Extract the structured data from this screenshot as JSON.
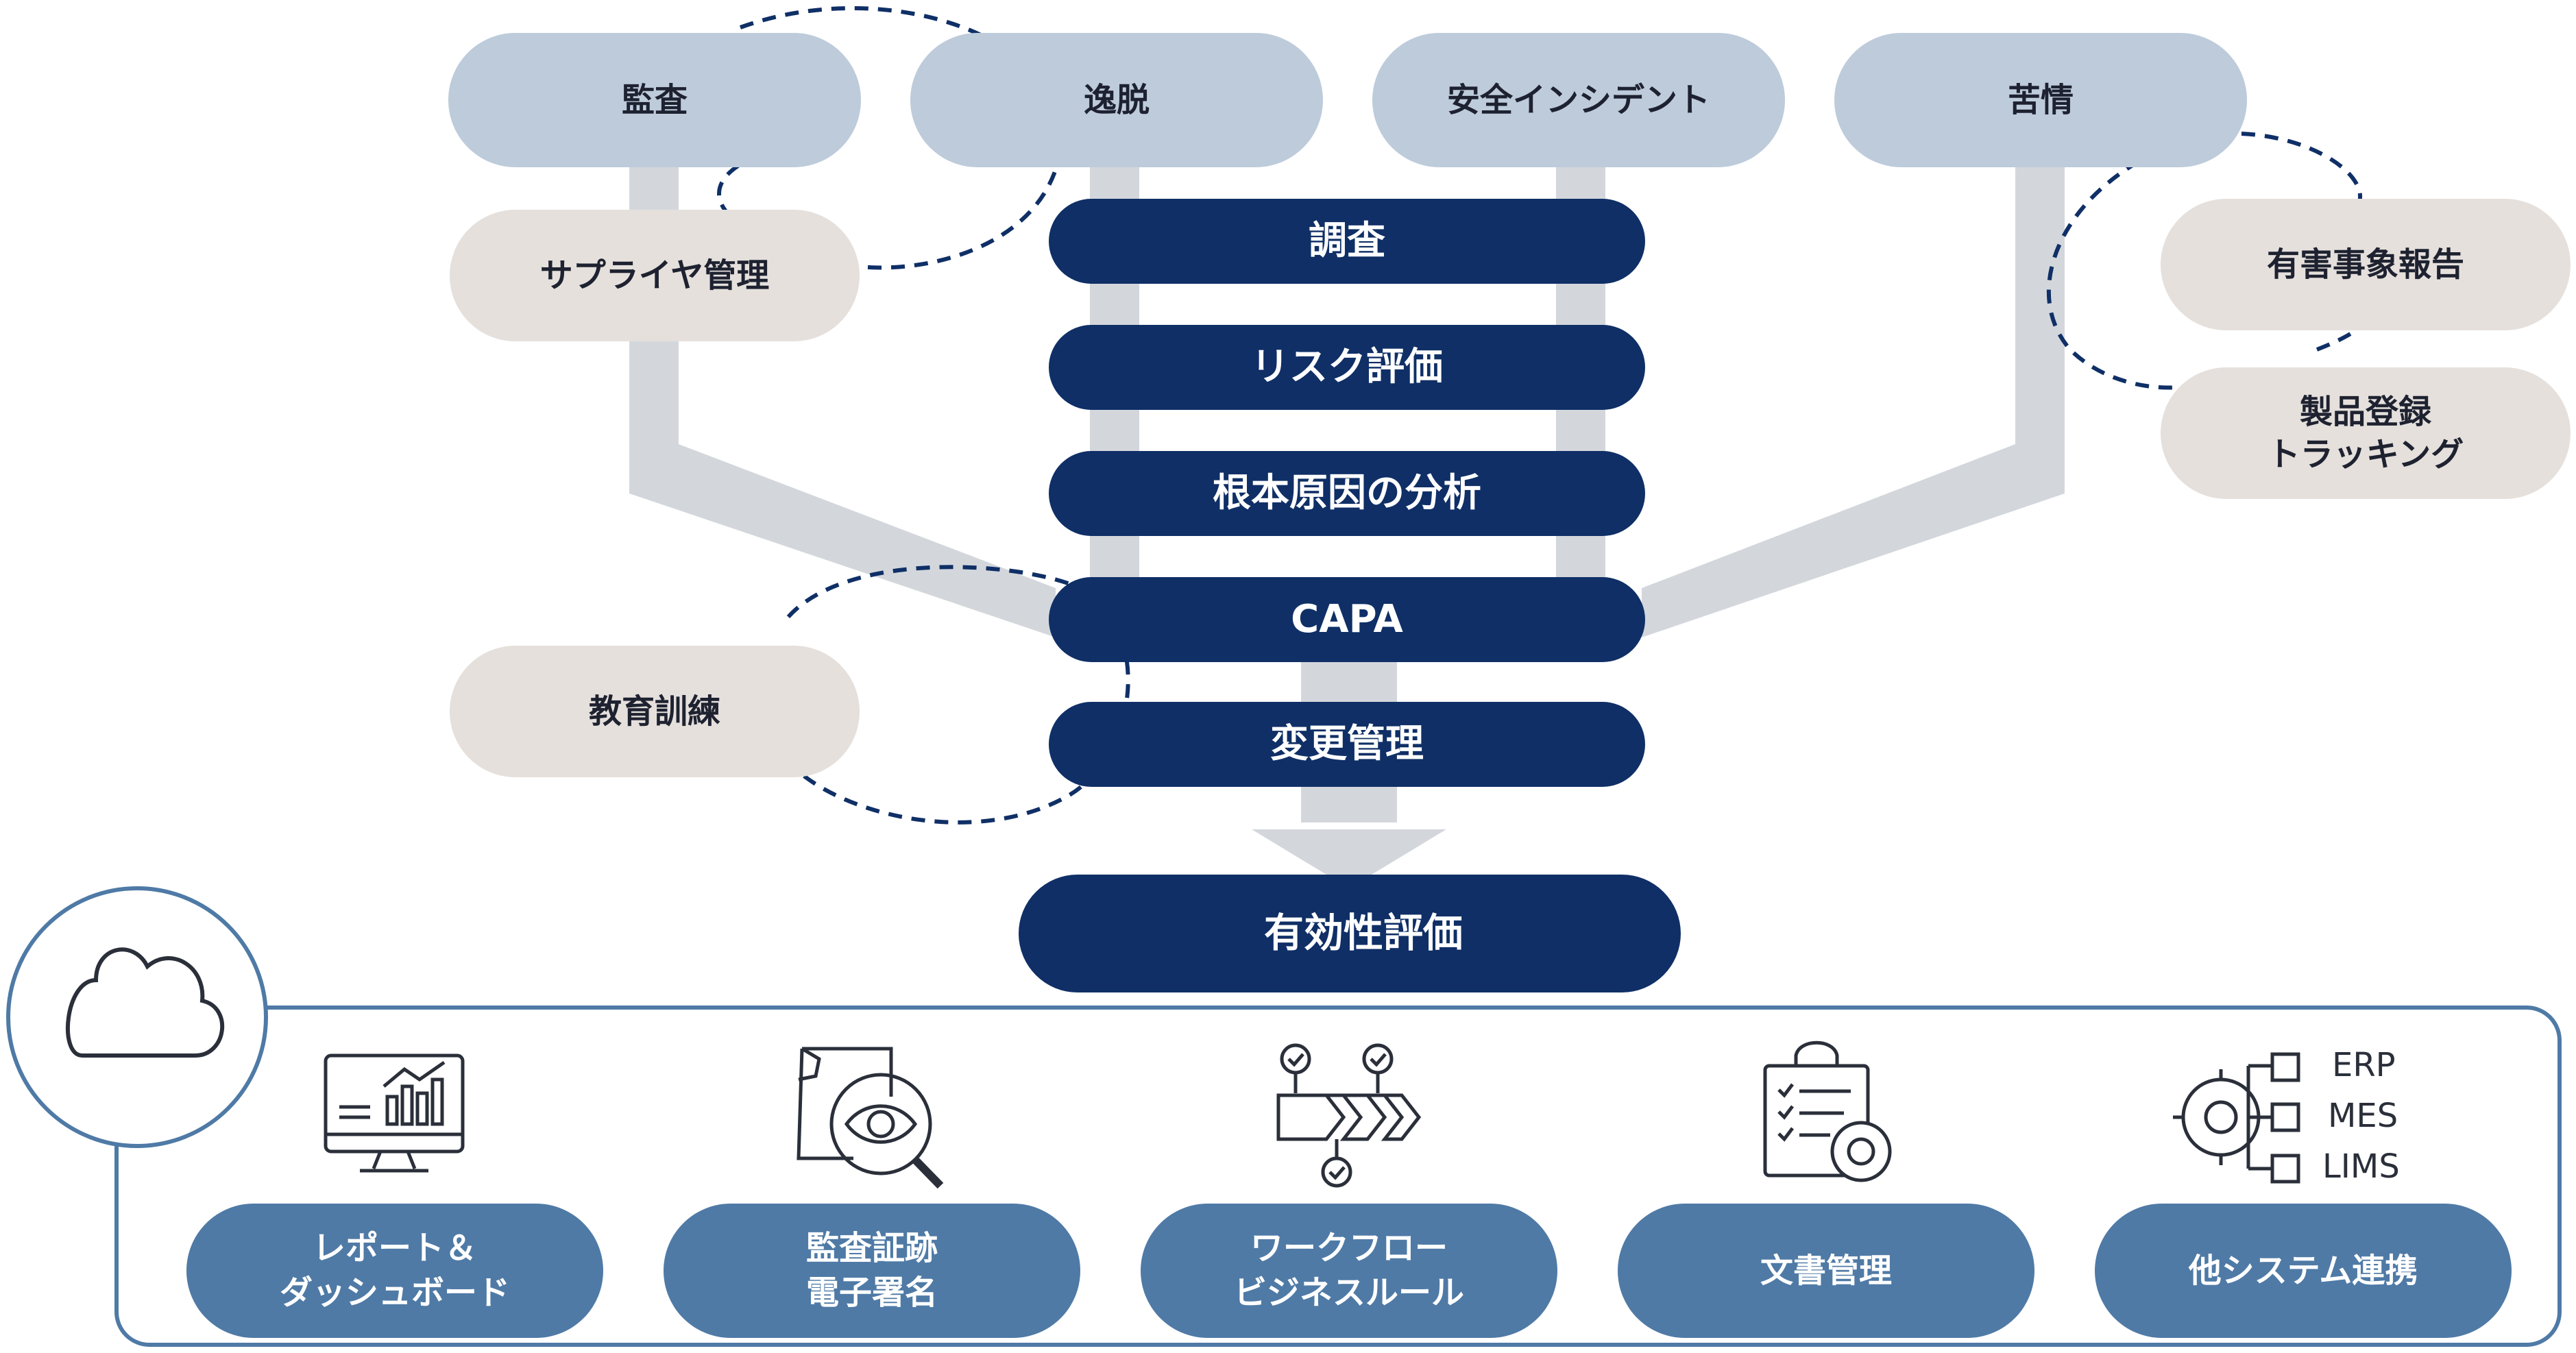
{
  "sources": [
    "監査",
    "逸脱",
    "安全インシデント",
    "苦情"
  ],
  "related": {
    "supplier": "サプライヤ管理",
    "training": "教育訓練",
    "adverse": "有害事象報告",
    "registration": [
      "製品登録",
      "トラッキング"
    ]
  },
  "steps": [
    "調査",
    "リスク評価",
    "根本原因の分析",
    "CAPA",
    "変更管理"
  ],
  "effectiveness": "有効性評価",
  "platform": {
    "features": [
      [
        "レポート＆",
        "ダッシュボード"
      ],
      [
        "監査証跡",
        "電子署名"
      ],
      [
        "ワークフロー",
        "ビジネスルール"
      ],
      [
        "文書管理"
      ],
      [
        "他システム連携"
      ]
    ],
    "integrations": [
      "ERP",
      "MES",
      "LIMS"
    ]
  },
  "colors": {
    "navy": "#0f2f66",
    "source": "#bdcbdb",
    "related": "#e5e0dc",
    "feature": "#4f7aa6",
    "flow": "#d3d7dc",
    "frame": "#4f7aa6"
  },
  "icons": [
    "cloud-icon",
    "monitor-chart-icon",
    "document-search-icon",
    "workflow-icon",
    "clipboard-gear-icon",
    "gear-integration-icon",
    "check-icon"
  ]
}
